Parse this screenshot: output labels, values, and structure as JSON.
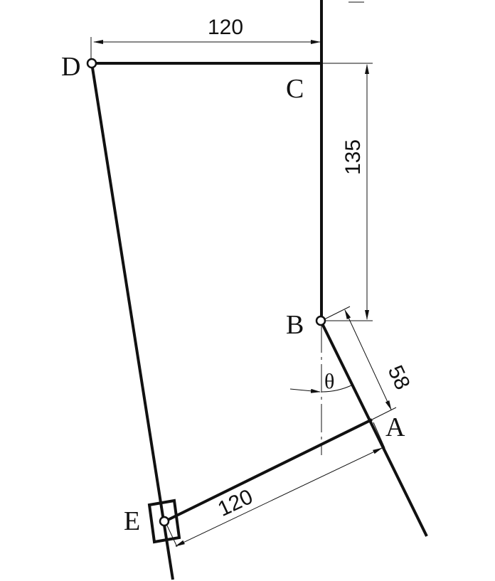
{
  "labels": {
    "A": "A",
    "B": "B",
    "C": "C",
    "D": "D",
    "E": "E",
    "theta": "θ"
  },
  "dimensions": {
    "dc_length": "120",
    "bc_length": "135",
    "ba_length": "58",
    "ae_length": "120"
  }
}
